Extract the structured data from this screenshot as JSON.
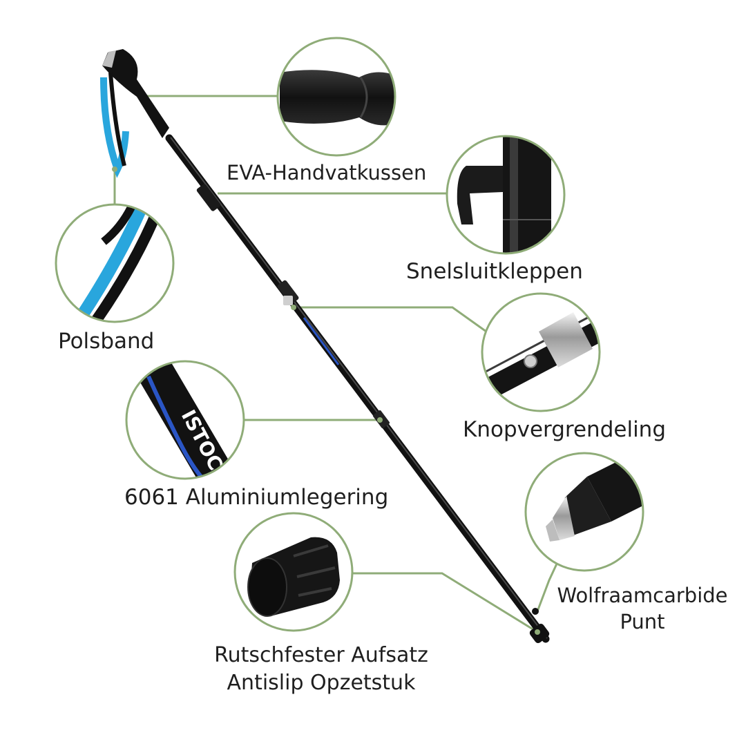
{
  "labels": {
    "eva_grip": "EVA-Handvatkussen",
    "quick_lock": "Snelsluitkleppen",
    "wrist_strap": "Polsband",
    "button_lock": "Knopvergrendeling",
    "alloy": "6061 Aluminiumlegering",
    "tungsten_tip_line1": "Wolfraamcarbide",
    "tungsten_tip_line2": "Punt",
    "rubber_cap_line1": "Rutschfester Aufsatz",
    "rubber_cap_line2": "Antislip Opzetstuk"
  },
  "shaft_print": "ISTOCK",
  "colors": {
    "callout_ring": "#8fac78",
    "pole_black": "#141414",
    "strap_blue": "#29a6dd",
    "background": "#ffffff"
  }
}
